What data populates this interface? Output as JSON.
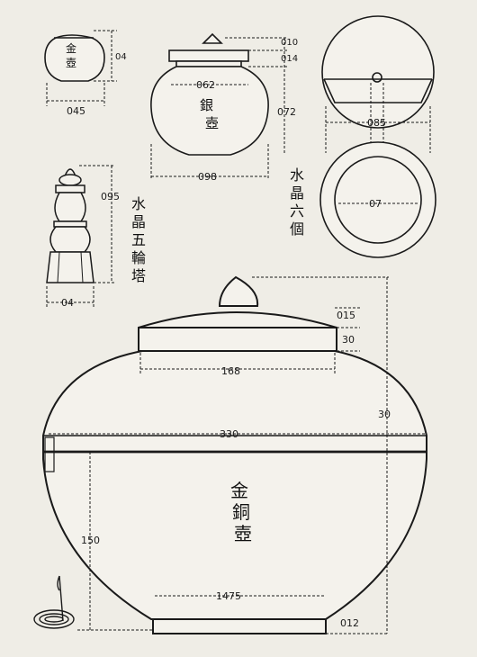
{
  "colors": {
    "ink": "#1a1a1a",
    "paper": "#efede6"
  },
  "gold_small_jar": {
    "label": "金壺",
    "height": "04",
    "width": "045"
  },
  "silver_jar": {
    "label": "銀壺",
    "lid_top": "010",
    "lid_band": "014",
    "inner_width": "062",
    "height": "072",
    "width": "098"
  },
  "crystal_stupa": {
    "label": "水晶五輪塔",
    "height": "095",
    "base_width": "04"
  },
  "crystal_beads": {
    "label": "水晶六個",
    "outer_width": "085",
    "inner_width": "07"
  },
  "gilt_bronze_jar": {
    "label": "金銅壺",
    "knob": "015",
    "lid_height": "30",
    "lid_width": "168",
    "top_offset": "30",
    "body_width": "330",
    "body_height": "150",
    "base_width": "1475",
    "base_height": "012"
  }
}
